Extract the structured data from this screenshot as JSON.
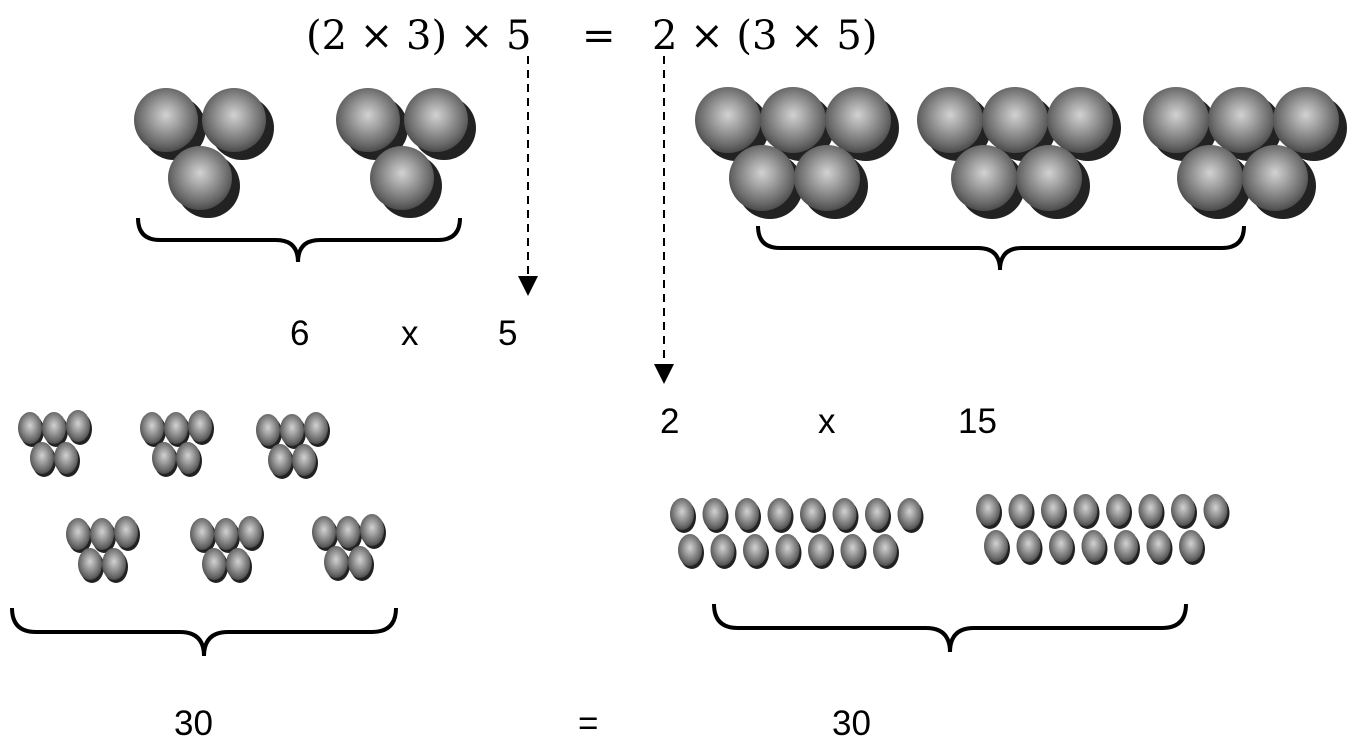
{
  "equation": {
    "left": "(2 × 3) × 5",
    "equals": "=",
    "right": "2 × (3 × 5)"
  },
  "left_step": {
    "a": "6",
    "op": "x",
    "b": "5"
  },
  "right_step": {
    "a": "2",
    "op": "x",
    "b": "15"
  },
  "result": {
    "left": "30",
    "equals": "=",
    "right": "30"
  }
}
